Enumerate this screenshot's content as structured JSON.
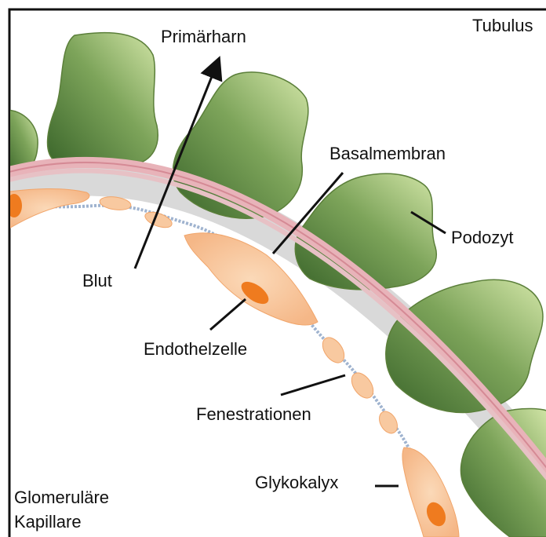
{
  "labels": {
    "primaerharn": "Primärharn",
    "tubulus": "Tubulus",
    "basalmembran": "Basalmembran",
    "podozyt": "Podozyt",
    "blut": "Blut",
    "endothelzelle": "Endothelzelle",
    "fenestrationen": "Fenestrationen",
    "glykokalyx": "Glykokalyx",
    "glomerulaere_line1": "Glomeruläre",
    "glomerulaere_line2": "Kapillare"
  },
  "colors": {
    "podocyte_fill_dark": "#3f6b2e",
    "podocyte_fill_light": "#c9dd9c",
    "podocyte_stroke": "#5b7f3a",
    "basement_membrane": "#d6d6d6",
    "pink_membrane": "#e3a3ac",
    "endothel_cell": "#f8c9a0",
    "nucleus": "#ef7b1f",
    "glycocalyx": "#8fa6c4",
    "frame": "#111111"
  },
  "icons": {
    "arrow": "arrow-up-icon"
  }
}
